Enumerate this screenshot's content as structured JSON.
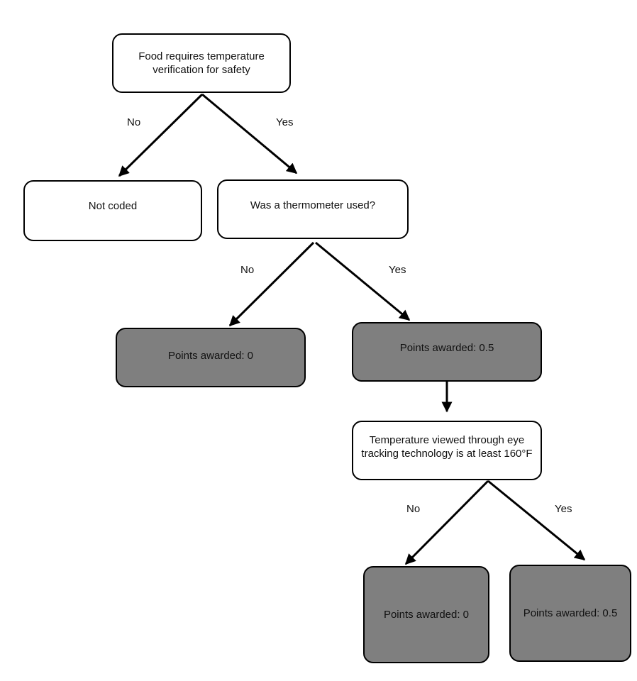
{
  "nodes": {
    "q1": "Food requires temperature verification for safety",
    "not_coded": "Not coded",
    "q2": "Was a thermometer used?",
    "points_0_a": "Points awarded: 0",
    "points_05_a": "Points awarded: 0.5",
    "q3": "Temperature viewed through eye tracking technology is at least 160°F",
    "points_0_b": "Points awarded: 0",
    "points_05_b": "Points awarded: 0.5"
  },
  "edges": {
    "q1_no": "No",
    "q1_yes": "Yes",
    "q2_no": "No",
    "q2_yes": "Yes",
    "q3_no": "No",
    "q3_yes": "Yes"
  },
  "colors": {
    "outcome_fill": "#7f7f7f",
    "decision_fill": "#ffffff",
    "stroke": "#000000"
  }
}
